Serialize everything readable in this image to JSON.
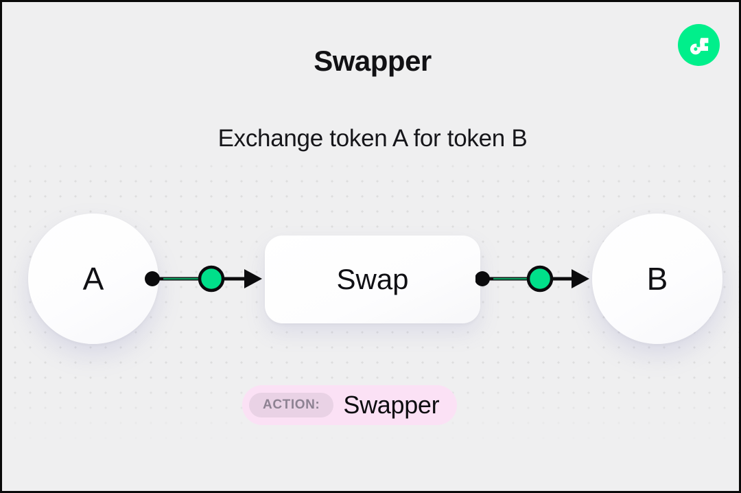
{
  "page": {
    "title": "Swapper",
    "subtitle": "Exchange token A for token B",
    "background_color": "#efeff0",
    "accent_color": "#00ef8b"
  },
  "brand": {
    "logo_name": "flow-logo",
    "logo_color": "#00ef8b",
    "mark_color": "#ffffff"
  },
  "diagram": {
    "nodes": [
      {
        "id": "token-a",
        "label": "A",
        "shape": "circle"
      },
      {
        "id": "swap",
        "label": "Swap",
        "shape": "rounded-rect"
      },
      {
        "id": "token-b",
        "label": "B",
        "shape": "circle"
      }
    ],
    "edges": [
      {
        "from": "token-a",
        "to": "swap",
        "marker_color": "#00e08a",
        "line_color": "#0b0b0d"
      },
      {
        "from": "swap",
        "to": "token-b",
        "marker_color": "#00e08a",
        "line_color": "#0b0b0d"
      }
    ]
  },
  "badge": {
    "chip_label": "ACTION:",
    "value": "Swapper",
    "chip_bg": "#e9d2e5",
    "badge_bg": "#fbe1f5"
  }
}
